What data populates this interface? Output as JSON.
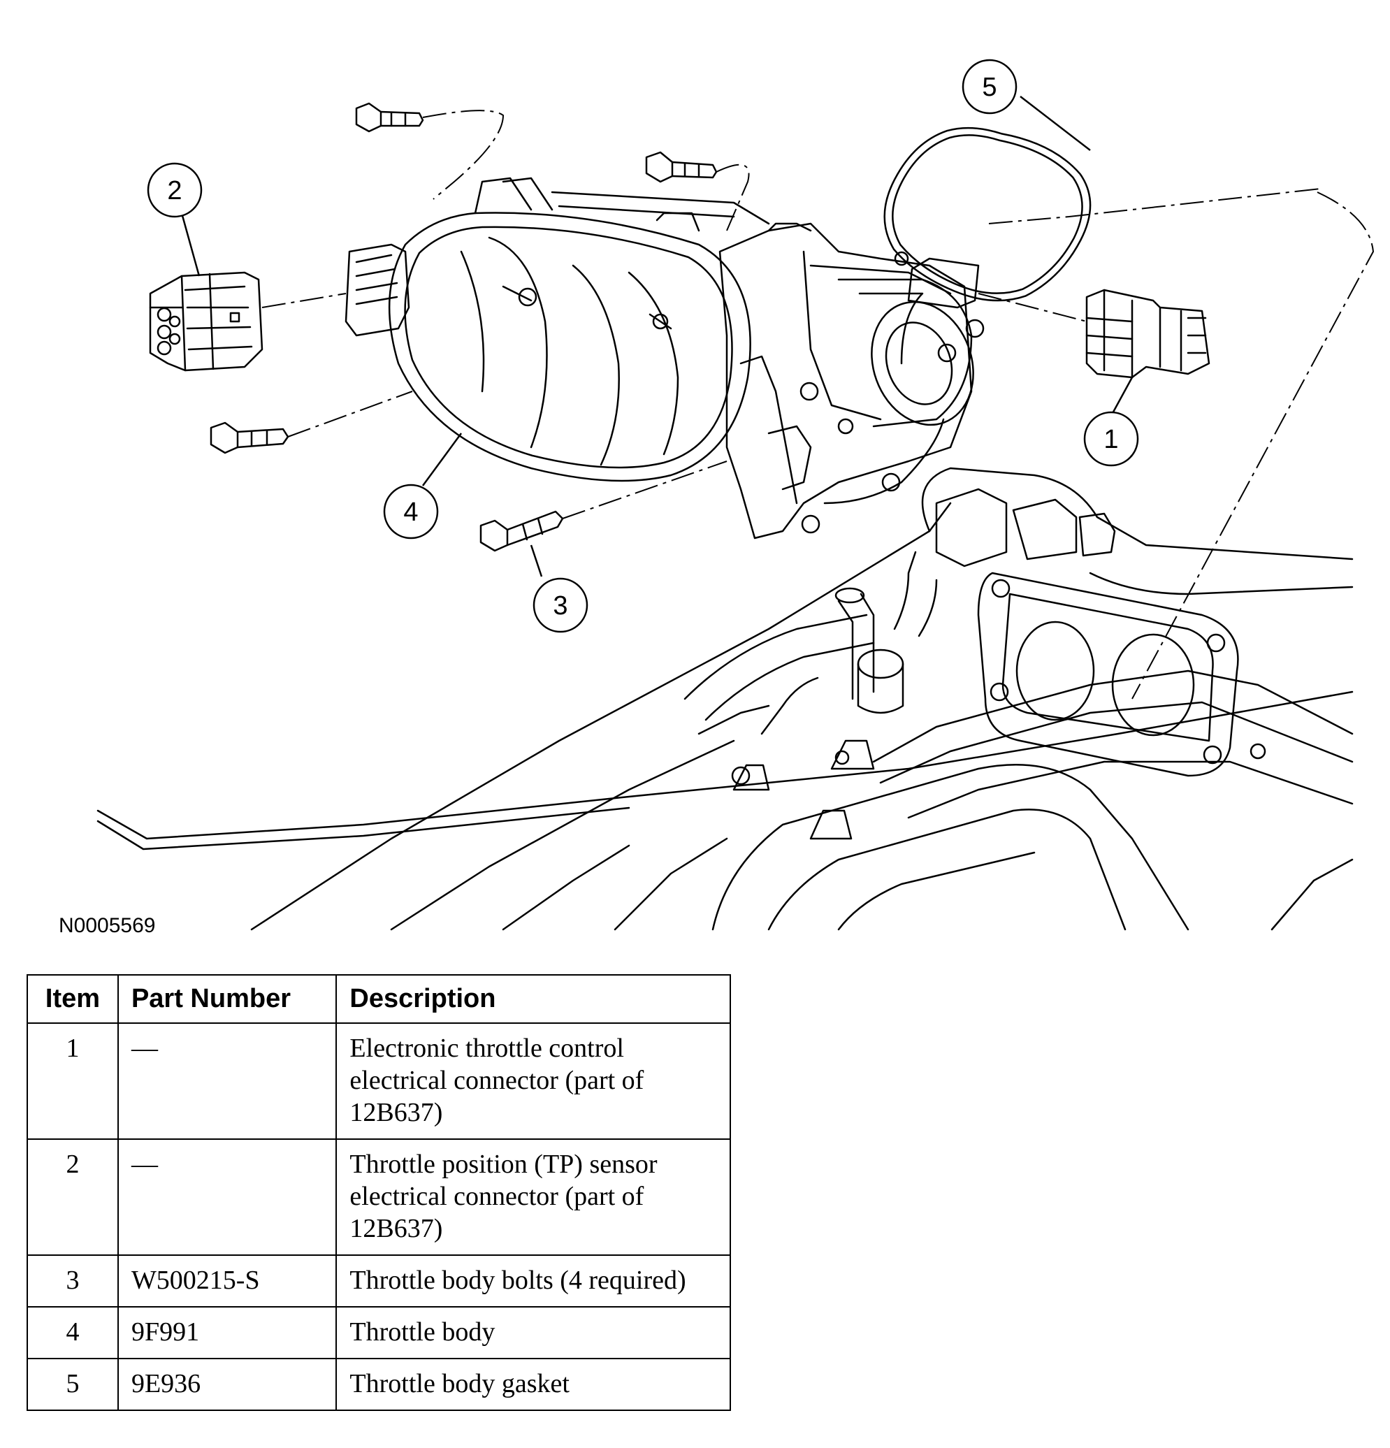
{
  "figure_id": "N0005569",
  "callouts": [
    "1",
    "2",
    "3",
    "4",
    "5"
  ],
  "table": {
    "headers": [
      "Item",
      "Part Number",
      "Description"
    ],
    "rows": [
      {
        "item": "1",
        "part": "—",
        "description": "Electronic throttle control electrical connector (part of 12B637)"
      },
      {
        "item": "2",
        "part": "—",
        "description": "Throttle position (TP) sensor electrical connector (part of 12B637)"
      },
      {
        "item": "3",
        "part": "W500215-S",
        "description": "Throttle body bolts (4 required)"
      },
      {
        "item": "4",
        "part": "9F991",
        "description": "Throttle body"
      },
      {
        "item": "5",
        "part": "9E936",
        "description": "Throttle body gasket"
      }
    ]
  }
}
